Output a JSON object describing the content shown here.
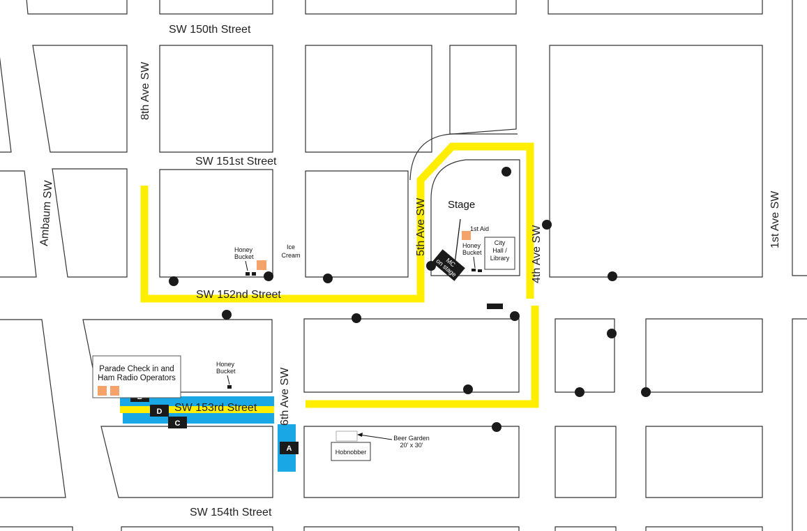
{
  "streets": {
    "sw_150th": "SW 150th Street",
    "sw_151st": "SW 151st Street",
    "sw_152nd": "SW 152nd Street",
    "sw_153rd": "SW 153rd Street",
    "sw_154th": "SW 154th Street",
    "ave_8th": "8th Ave SW",
    "ave_6th": "6th Ave SW",
    "ave_5th": "5th Ave SW",
    "ave_4th": "4th Ave SW",
    "ave_1st": "1st Ave SW",
    "ambaum": "Ambaum SW"
  },
  "labels": {
    "stage": "Stage",
    "first_aid": "1st Aid",
    "honey_bucket_1": "Honey",
    "honey_bucket_2": "Bucket",
    "ice_cream_1": "Ice",
    "ice_cream_2": "Cream",
    "city_hall_1": "City",
    "city_hall_2": "Hall /",
    "city_hall_3": "Library",
    "mc_1": "MC",
    "mc_2": "on stage",
    "parade_1": "Parade Check in and",
    "parade_2": "Ham Radio Operators",
    "beer_garden_1": "Beer Garden",
    "beer_garden_2": "20' x 30'",
    "hobnobber": "Hobnobber"
  },
  "staging_areas": {
    "a": "A",
    "b": "B",
    "c": "C",
    "d": "D"
  },
  "colors": {
    "parade_route": "#ffee00",
    "staging": "#1aa7e6",
    "first_aid": "#f4a46a",
    "marker": "#1a1a1a"
  }
}
